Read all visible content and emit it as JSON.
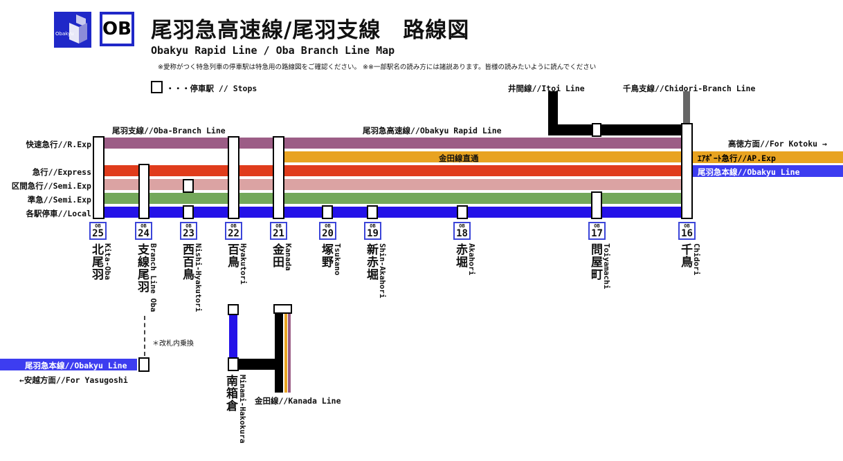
{
  "header": {
    "title": "尾羽急高速線/尾羽支線　路線図",
    "subtitle": "Obakyu Rapid Line / Oba Branch Line Map",
    "note": "※愛称がつく特急列車の停車駅は特急用の路線図をご確認ください。 ※※一部駅名の読み方には諸説あります。皆様の読みたいように読んでください",
    "logo_text": "Obakyu",
    "line_code": "OB"
  },
  "legend": {
    "stops_label": "・・・停車駅 // Stops"
  },
  "section_labels": {
    "branch": "尾羽支線//Oba-Branch Line",
    "rapid": "尾羽急高速線//Obakyu Rapid Line",
    "itoi": "井間線//Itoi Line",
    "chidori": "千鳥支線//Chidori-Branch Line",
    "kanada_direct": "金田線直通",
    "kanada_line": "金田線//Kanada Line",
    "transfer_note": "＊改札内乗換"
  },
  "services": [
    {
      "label": "快速急行//R.Exp",
      "color": "#9c5d86"
    },
    {
      "label": "急行//Express",
      "color": "#e03c1c"
    },
    {
      "label": "区間急行//Semi.Exp",
      "color": "#dba3a3"
    },
    {
      "label": "準急//Semi.Exp",
      "color": "#74a85a"
    },
    {
      "label": "各駅停車//Local",
      "color": "#2412e8"
    }
  ],
  "right_labels": {
    "for_kotoku": "高徳方面//For Kotoku →",
    "airport": "ｴｱﾎﾟｰﾄ急行//AP.Exp",
    "main_line": "尾羽急本線//Obakyu Line"
  },
  "left_bottom": {
    "main_line": "尾羽急本線//Obakyu Line",
    "for_yasugoshi": "←安越方面//For Yasugoshi"
  },
  "colors": {
    "airport": "#e8a321",
    "main_line": "#3d3df0",
    "chidori_line": "#666666",
    "badge_border": "#3b45d8"
  },
  "stations": [
    {
      "code_small": "OB",
      "code_num": "25",
      "ja": "北尾羽",
      "en": "Kita-Oba"
    },
    {
      "code_small": "OB",
      "code_num": "24",
      "ja": "支線尾羽",
      "en": "Branch Line Oba"
    },
    {
      "code_small": "OB",
      "code_num": "23",
      "ja": "西百鳥",
      "en": "Nishi-Hyakutori"
    },
    {
      "code_small": "OB",
      "code_num": "22",
      "ja": "百鳥",
      "en": "Hyakutori"
    },
    {
      "code_small": "OB",
      "code_num": "21",
      "ja": "金田",
      "en": "Kanada"
    },
    {
      "code_small": "OB",
      "code_num": "20",
      "ja": "塚野",
      "en": "Tsukano"
    },
    {
      "code_small": "OB",
      "code_num": "19",
      "ja": "新赤堀",
      "en": "Shin-Akahori"
    },
    {
      "code_small": "OB",
      "code_num": "18",
      "ja": "赤堀",
      "en": "Akahori"
    },
    {
      "code_small": "OB",
      "code_num": "17",
      "ja": "問屋町",
      "en": "Toiyamachi"
    },
    {
      "code_small": "OB",
      "code_num": "16",
      "ja": "千鳥",
      "en": "Chidori"
    }
  ],
  "minami": {
    "ja": "南箱倉",
    "en": "Minami-Hakokura"
  }
}
